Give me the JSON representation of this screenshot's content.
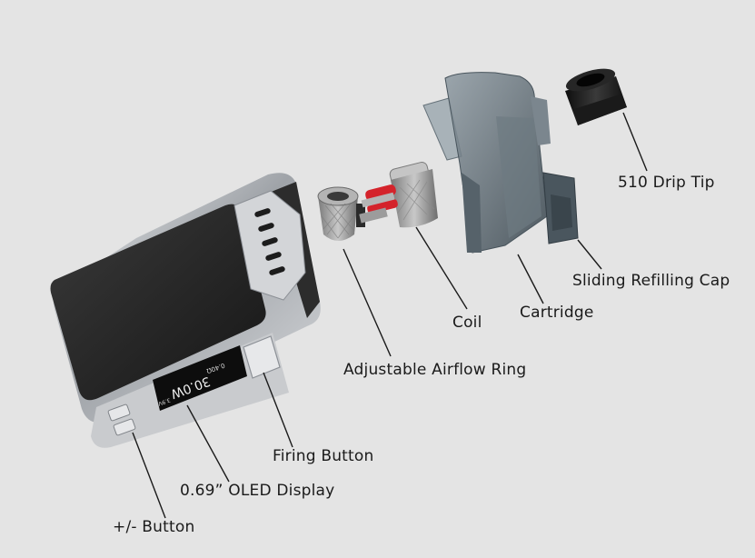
{
  "labels": {
    "drip_tip": "510 Drip Tip",
    "sliding_cap": "Sliding Refilling Cap",
    "cartridge": "Cartridge",
    "coil": "Coil",
    "airflow_ring": "Adjustable Airflow Ring",
    "firing_button": "Firing Button",
    "oled_display": "0.69” OLED Display",
    "plus_minus_button": "+/- Button"
  },
  "oled_screen": {
    "power": "30.0W",
    "resistance": "0.40Ω",
    "extra": "3.9V"
  },
  "colors": {
    "background": "#e4e4e4",
    "leader_line": "#1a1a1a",
    "body_dark": "#2a2a2a",
    "chrome": "#b9bcc0",
    "cartridge_tint": "#5a6770",
    "coil_ring": "#c0262d"
  }
}
